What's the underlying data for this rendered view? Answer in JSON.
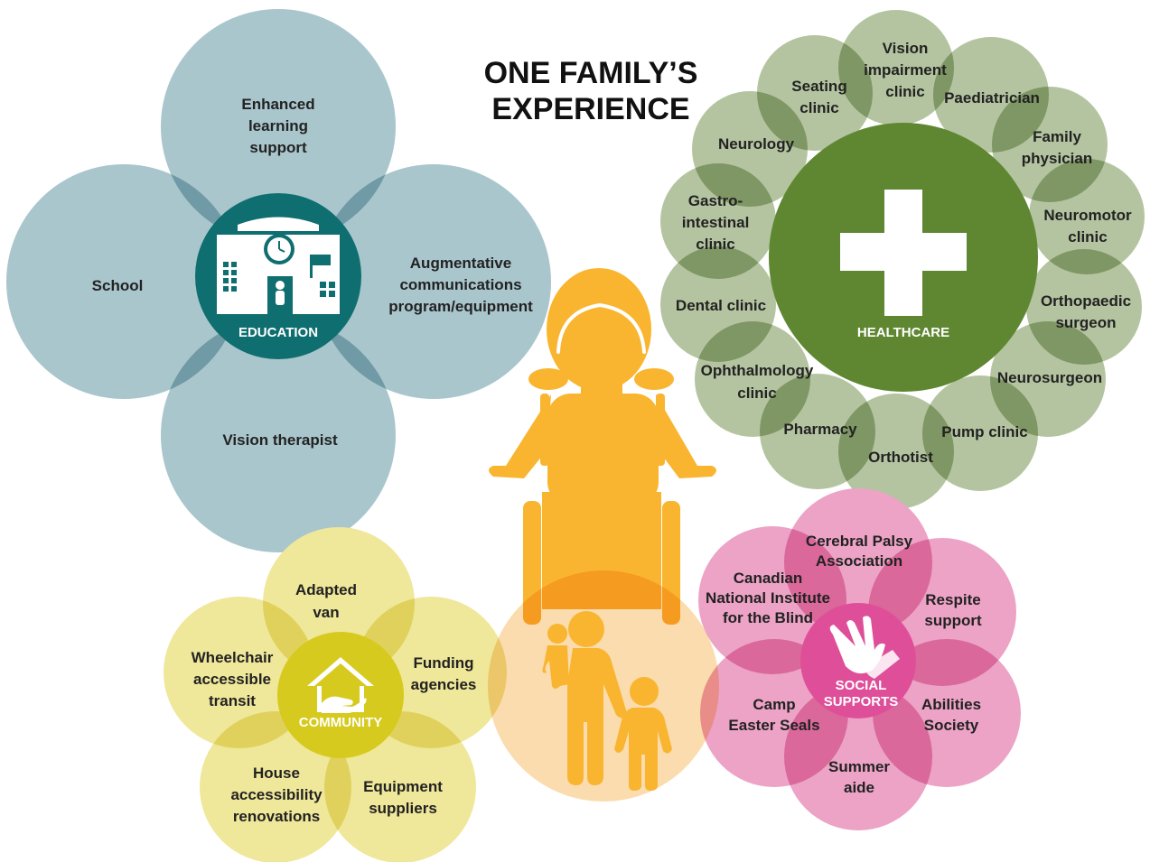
{
  "title": [
    "ONE FAMILY’S",
    "EXPERIENCE"
  ],
  "colors": {
    "education_petal": "#a9c6cd",
    "education_hub": "#0f6e6f",
    "healthcare_petal": "#b4c4a0",
    "healthcare_hub": "#5f8732",
    "community_petal": "#efe79a",
    "community_hub": "#d6ca1e",
    "social_petal": "#eca3c6",
    "social_hub": "#df4f99",
    "child": "#f9b52f",
    "family_circle": "#fbdcae"
  },
  "clusters": {
    "education": {
      "hub_label": "EDUCATION",
      "hub_icon": "school-building-icon",
      "petals": [
        [
          "Enhanced",
          "learning",
          "support"
        ],
        [
          "Augmentative",
          "communications",
          "program/equipment"
        ],
        [
          "Vision therapist"
        ],
        [
          "School"
        ]
      ]
    },
    "healthcare": {
      "hub_label": "HEALTHCARE",
      "hub_icon": "medical-cross-icon",
      "petals": [
        [
          "Vision",
          "impairment",
          "clinic"
        ],
        [
          "Paediatrician"
        ],
        [
          "Family",
          "physician"
        ],
        [
          "Neuromotor",
          "clinic"
        ],
        [
          "Orthopaedic",
          "surgeon"
        ],
        [
          "Neurosurgeon"
        ],
        [
          "Pump clinic"
        ],
        [
          "Orthotist"
        ],
        [
          "Pharmacy"
        ],
        [
          "Ophthalmology",
          "clinic"
        ],
        [
          "Dental clinic"
        ],
        [
          "Gastro-",
          "intestinal",
          "clinic"
        ],
        [
          "Neurology"
        ],
        [
          "Seating",
          "clinic"
        ]
      ]
    },
    "community": {
      "hub_label": "COMMUNITY",
      "hub_icon": "house-hand-icon",
      "petals": [
        [
          "Adapted",
          "van"
        ],
        [
          "Funding",
          "agencies"
        ],
        [
          "Equipment",
          "suppliers"
        ],
        [
          "House",
          "accessibility",
          "renovations"
        ],
        [
          "Wheelchair",
          "accessible",
          "transit"
        ]
      ]
    },
    "social": {
      "hub_label": [
        "SOCIAL",
        "SUPPORTS"
      ],
      "hub_icon": "helping-hands-icon",
      "petals": [
        [
          "Cerebral Palsy",
          "Association"
        ],
        [
          "Respite",
          "support"
        ],
        [
          "Abilities",
          "Society"
        ],
        [
          "Summer",
          "aide"
        ],
        [
          "Camp",
          "Easter Seals"
        ],
        [
          "Canadian",
          "National Institute",
          "for the Blind"
        ]
      ]
    }
  },
  "center": {
    "child_icon": "child-in-wheelchair-icon",
    "family_icon": "family-icon"
  }
}
